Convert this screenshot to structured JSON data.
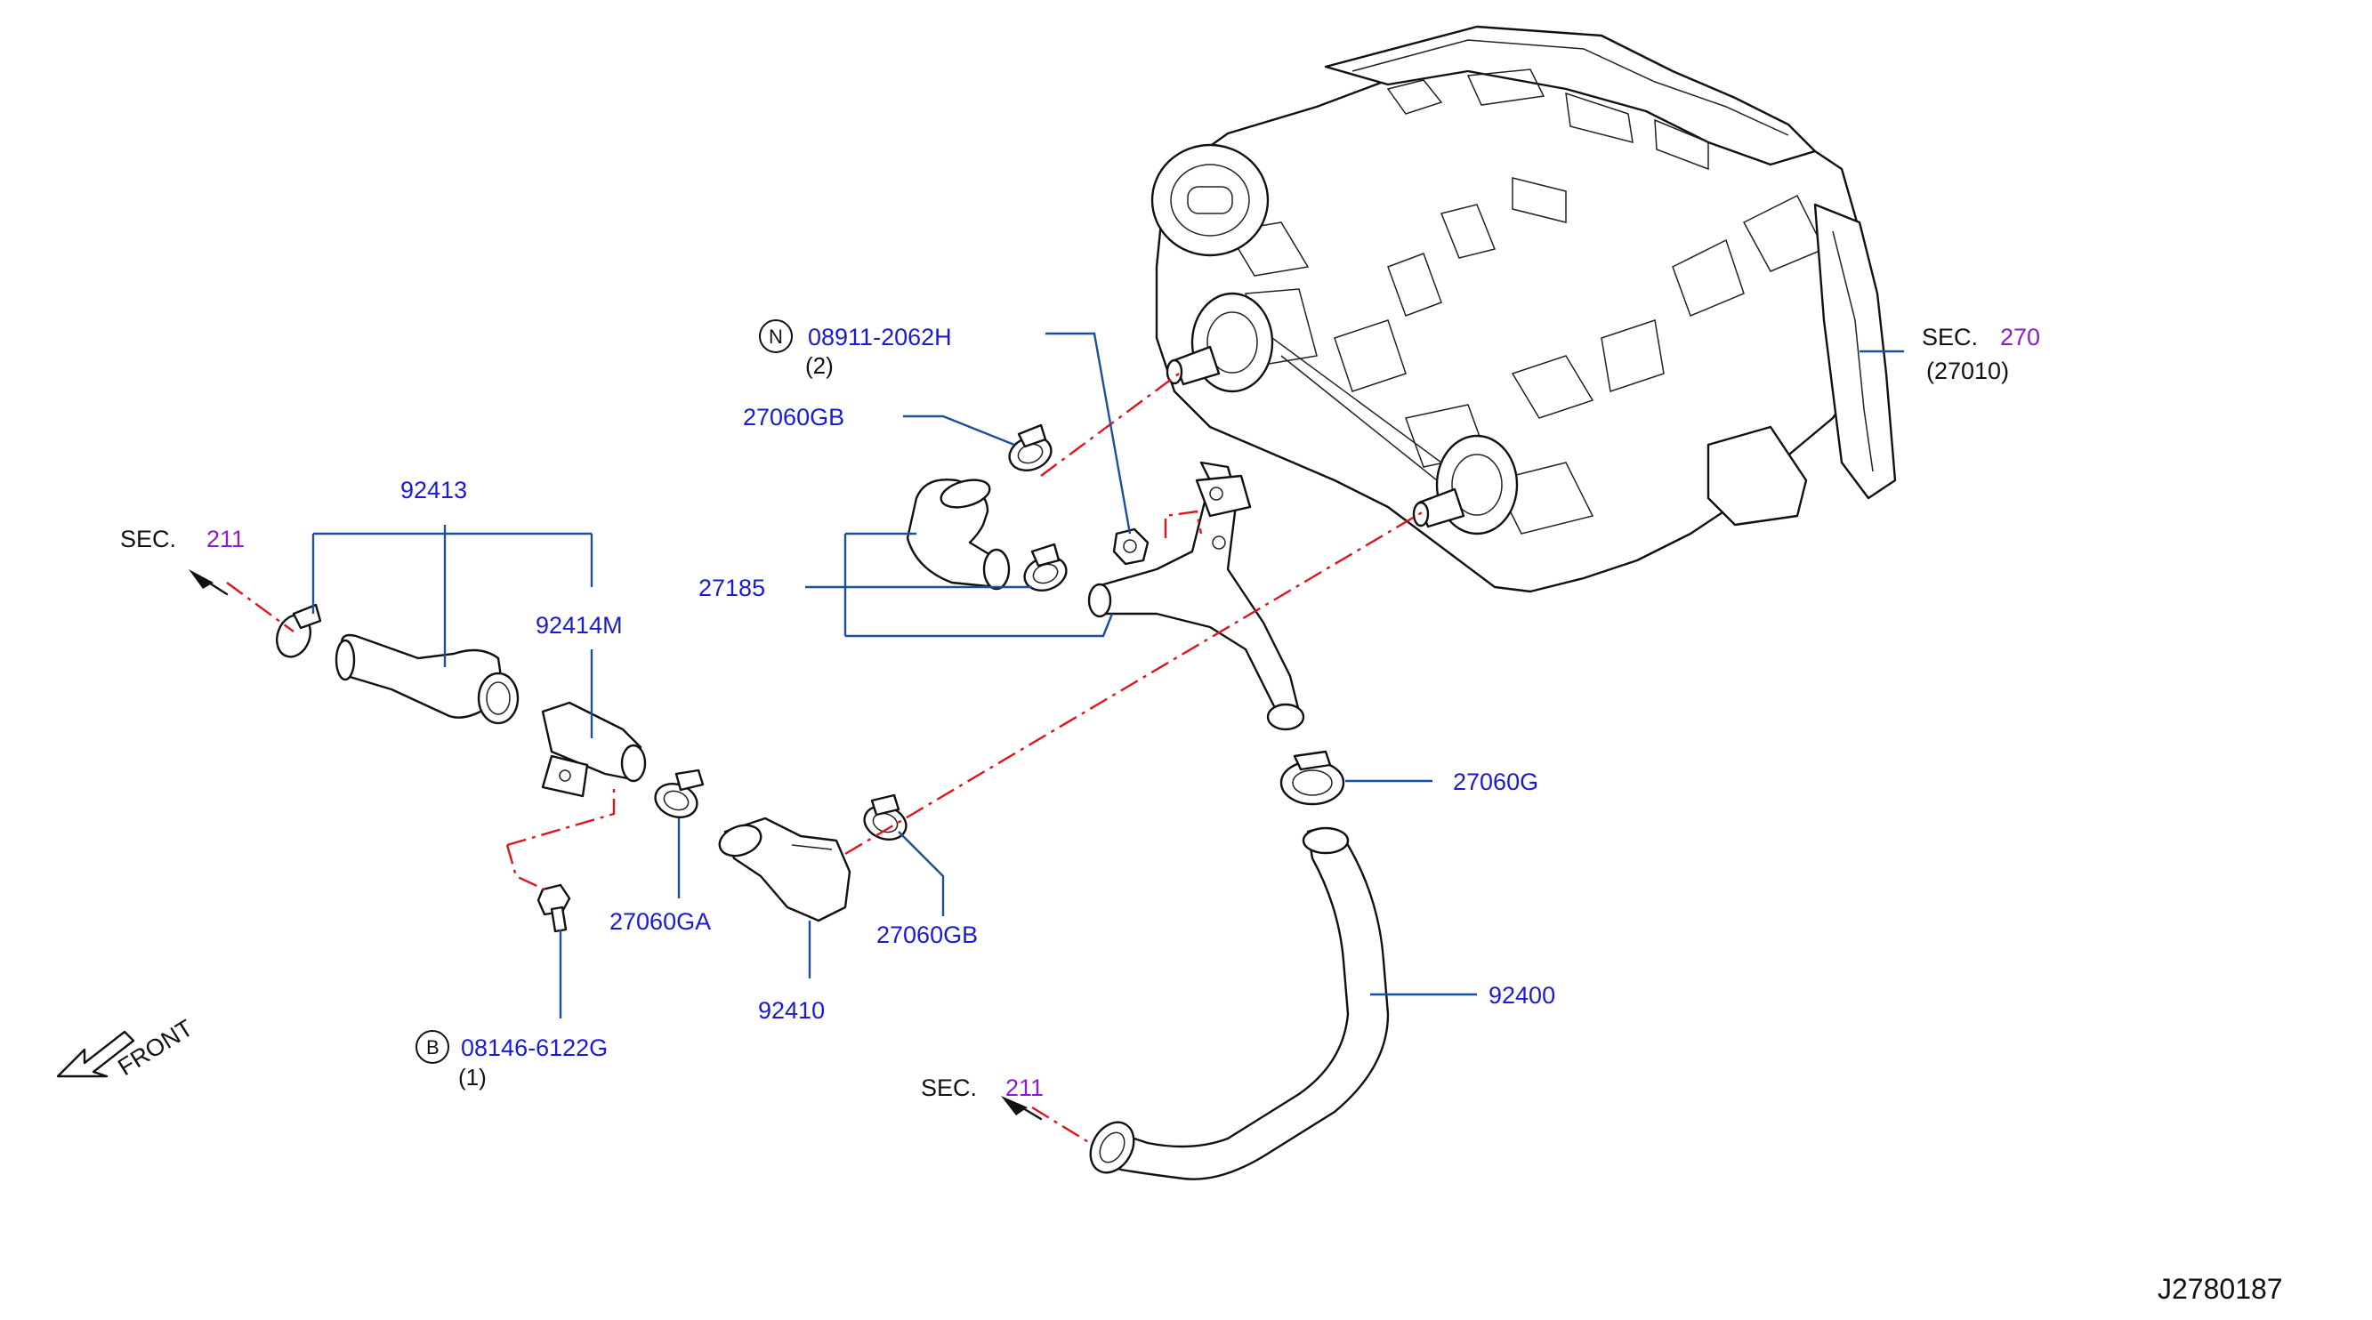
{
  "diagram_id": "J2780187",
  "front_label": "FRONT",
  "sections": [
    {
      "prefix": "SEC.",
      "number": "270",
      "sub": "(27010)"
    },
    {
      "prefix": "SEC.",
      "number": "211"
    },
    {
      "prefix": "SEC.",
      "number": "211"
    }
  ],
  "parts": {
    "bolt_n": {
      "circle": "N",
      "number": "08911-2062H",
      "qty": "(2)"
    },
    "bolt_b": {
      "circle": "B",
      "number": "08146-6122G",
      "qty": "(1)"
    },
    "clamp_gb_top": "27060GB",
    "clamp_gb_bottom": "27060GB",
    "clamp_ga": "27060GA",
    "clamp_g": "27060G",
    "hose_92413": "92413",
    "pipe_92414m": "92414M",
    "hose_27185": "27185",
    "hose_92410": "92410",
    "hose_92400": "92400"
  },
  "colors": {
    "part_numbers": "#1a1ad6",
    "section_numbers": "#8a1ad6",
    "leaders": "#1d4f9c",
    "chain_lines": "#e0141c",
    "outlines": "#111111"
  }
}
